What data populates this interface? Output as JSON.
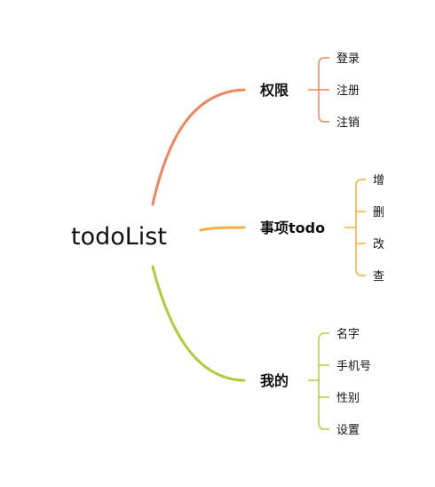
{
  "root": {
    "label": "todoList"
  },
  "branches": [
    {
      "label": "权限",
      "color": "#f0845c",
      "children": [
        "登录",
        "注册",
        "注销"
      ]
    },
    {
      "label": "事项todo",
      "color": "#f6ae3e",
      "children": [
        "增",
        "删",
        "改",
        "查"
      ]
    },
    {
      "label": "我的",
      "color": "#b3ca3a",
      "children": [
        "名字",
        "手机号",
        "性别",
        "设置"
      ]
    }
  ]
}
